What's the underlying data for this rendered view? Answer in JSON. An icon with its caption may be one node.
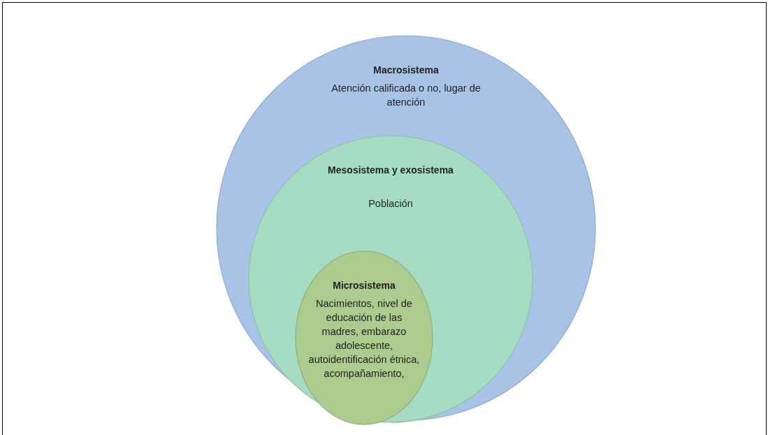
{
  "diagram": {
    "nodes": [
      {
        "text": [
          "Macrosistema",
          "Atención calificada o no, lugar de atención"
        ]
      },
      {
        "text": [
          "Mesosistema y exosistema",
          "Población"
        ],
        "in": 0
      },
      {
        "text": [
          "Microsistema",
          "Nacimientos, nivel de educación de las madres, embarazo adolescente, autoidentificación étnica, acompañamiento,"
        ],
        "in": 1
      }
    ]
  }
}
